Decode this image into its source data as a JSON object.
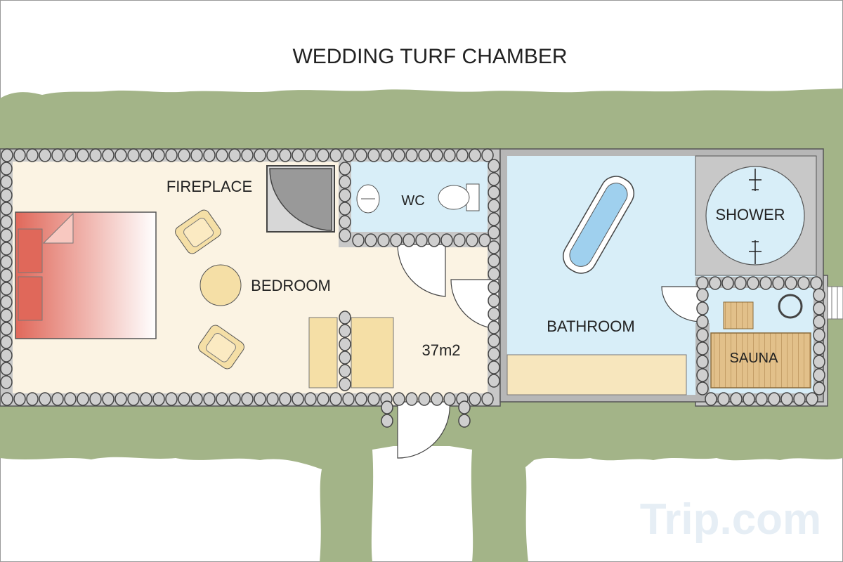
{
  "title": "WEDDING TURF CHAMBER",
  "rooms": {
    "fireplace": "FIREPLACE",
    "bedroom": "BEDROOM",
    "wc": "WC",
    "bathroom": "BATHROOM",
    "shower": "SHOWER",
    "sauna": "SAUNA",
    "area": "37m2"
  },
  "watermark": "Trip.com",
  "colors": {
    "turf": "#a3b488",
    "bedroom_floor": "#fbf3e3",
    "bathroom_floor": "#d8eef8",
    "wall_stone": "#c8c8c8",
    "wall_outline": "#555555",
    "bed": "#e0685a",
    "furniture": "#f5dfa6",
    "sauna": "#ddb97f"
  }
}
